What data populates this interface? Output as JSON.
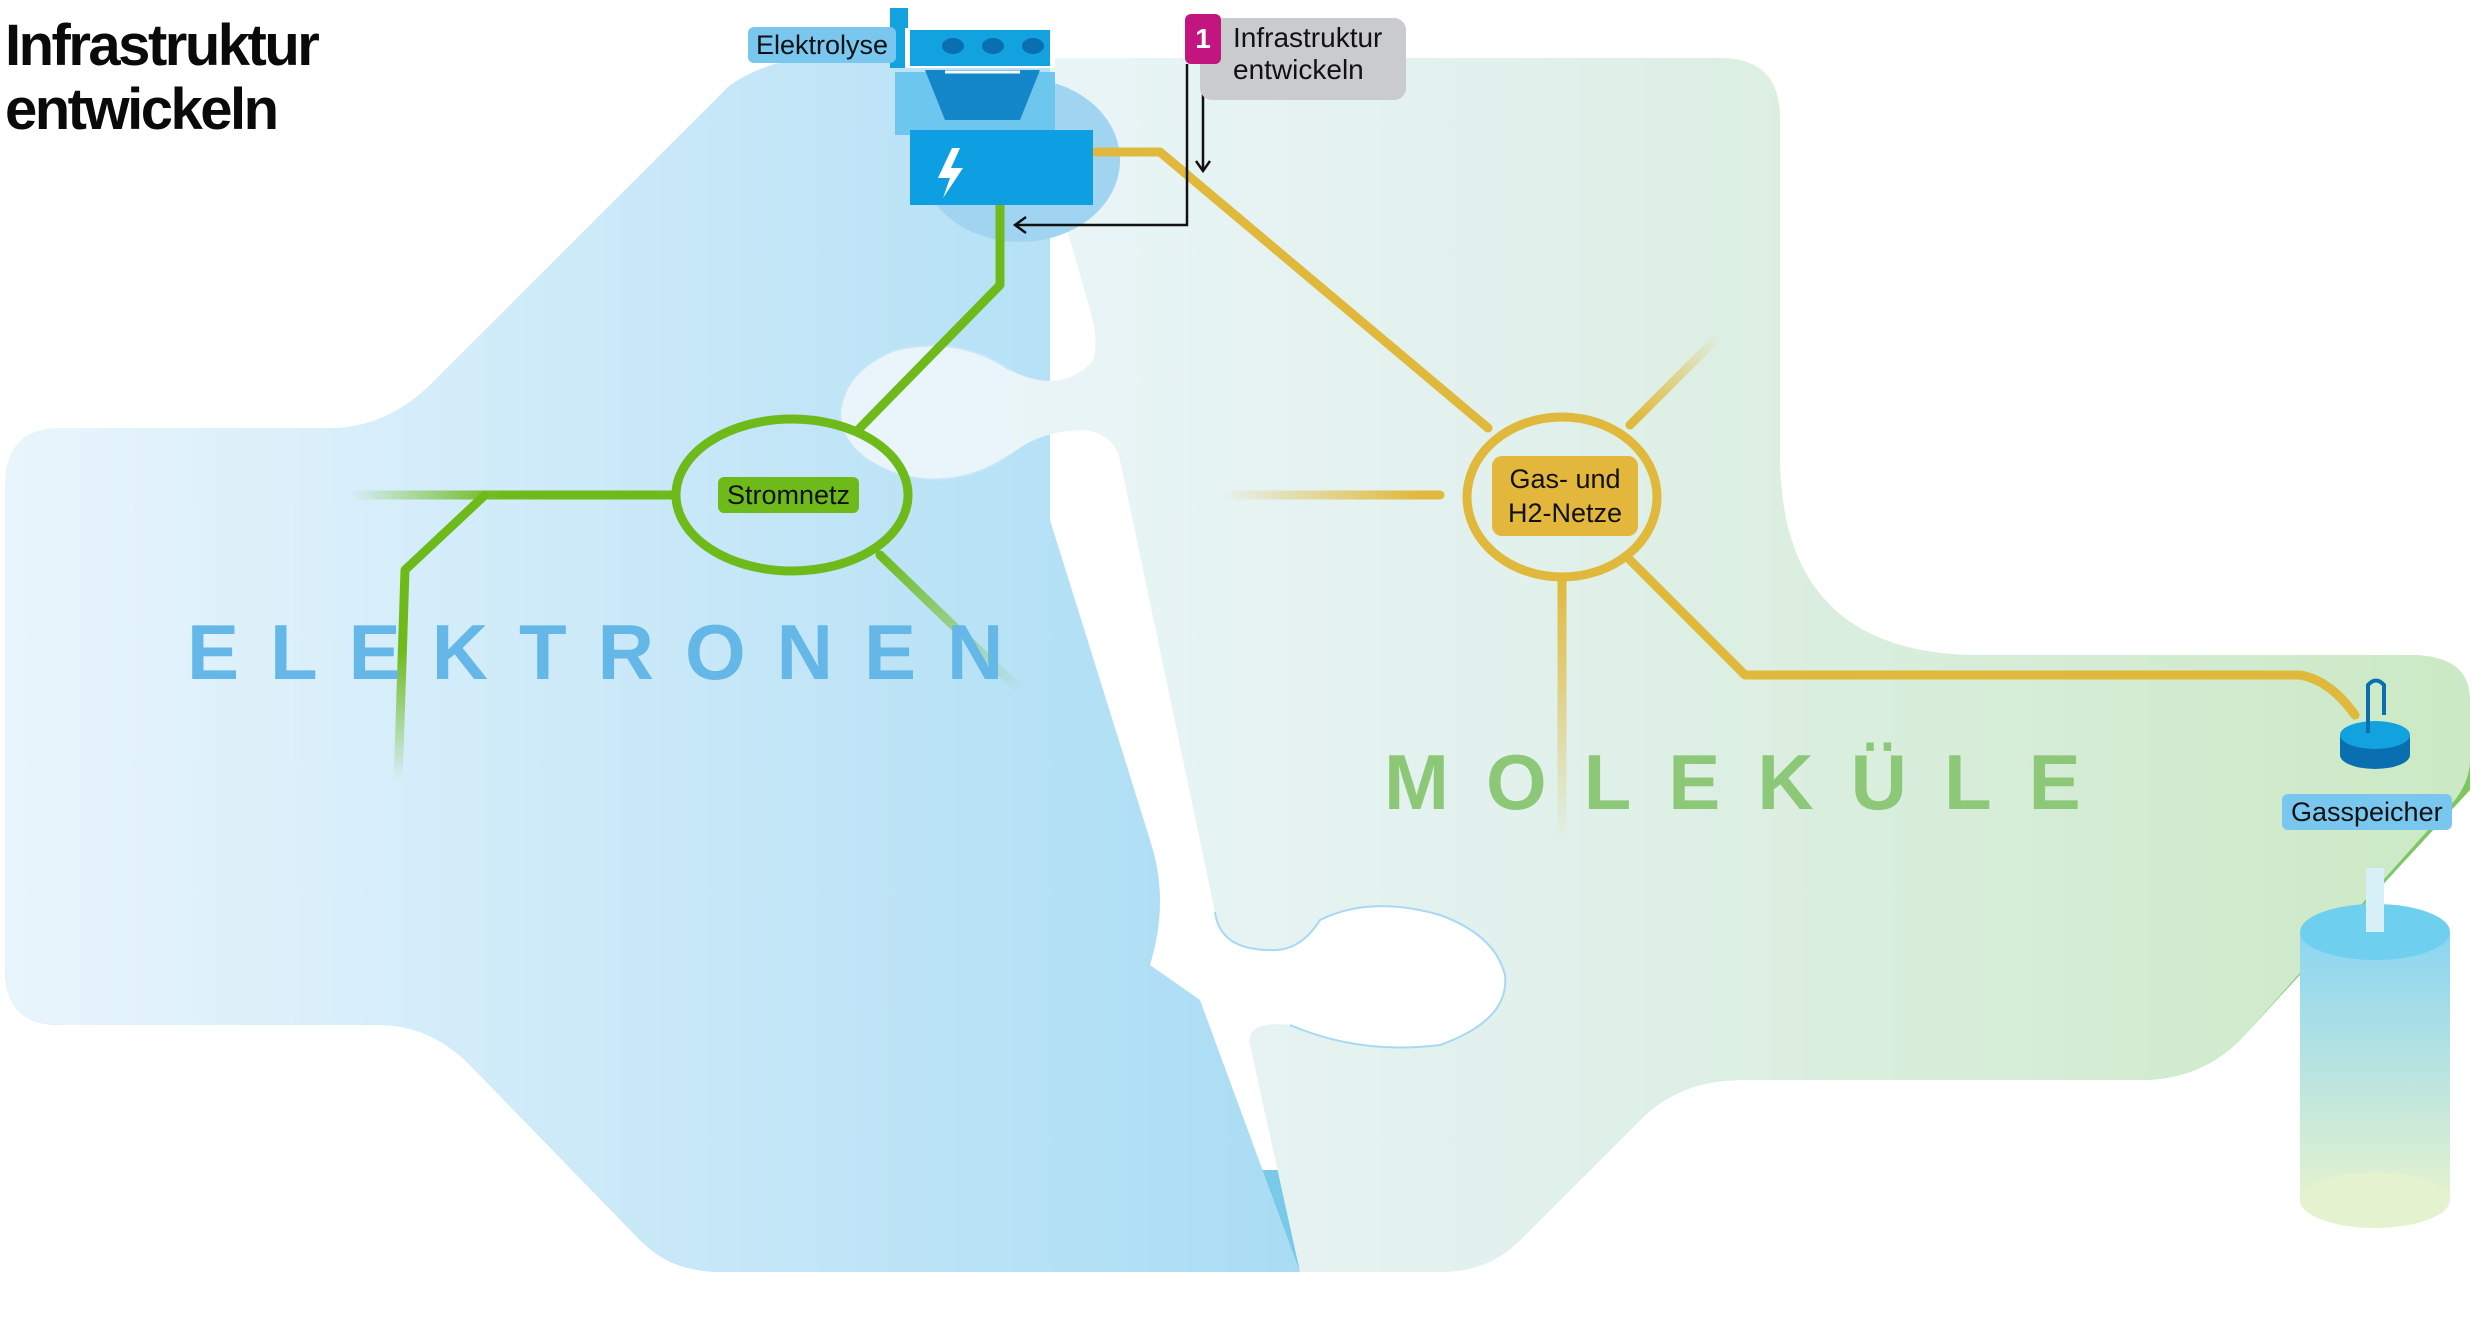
{
  "title": {
    "line1": "Infrastruktur",
    "line2": "entwickeln"
  },
  "regions": {
    "electrons": "ELEKTRONEN",
    "molecules": "MOLEKÜLE"
  },
  "nodes": {
    "electrolysis": "Elektrolyse",
    "power_grid": "Stromnetz",
    "gas_grid_line1": "Gas- und",
    "gas_grid_line2": "H2-Netze",
    "gas_storage": "Gasspeicher"
  },
  "callout": {
    "number": "1",
    "line1": "Infrastruktur",
    "line2": "entwickeln"
  },
  "colors": {
    "electron_blue": "#64b7e6",
    "molecule_green": "#8cc878",
    "power_line_green": "#6fba1b",
    "gas_line_yellow": "#e0b93c",
    "callout_magenta": "#c2157f",
    "electrolyser_blue": "#0e9fe3"
  },
  "icons": {
    "electrolyser": "electrolyser-icon",
    "lightning": "lightning-icon",
    "gas_storage": "gas-tank-icon"
  }
}
